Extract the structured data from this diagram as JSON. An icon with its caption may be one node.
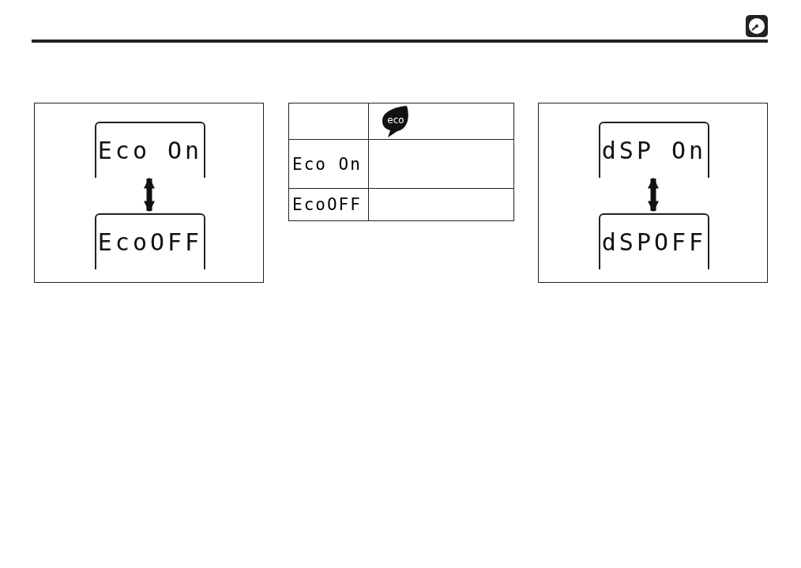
{
  "diagram": {
    "nodes": [
      {
        "text": [],
        "shape": "box"
      },
      {
        "text": [
          "Eco On"
        ],
        "in": 0
      },
      {
        "text": [
          "EcoOFF"
        ],
        "in": 0
      },
      {
        "text": [],
        "shape": "box"
      },
      {
        "text": [
          "dSP On"
        ],
        "in": 3
      },
      {
        "text": [
          "dSPOFF"
        ],
        "in": 3
      }
    ],
    "edges": [
      {
        "from": 1,
        "to": 2,
        "arrow": "both"
      },
      {
        "from": 4,
        "to": 5,
        "arrow": "both"
      }
    ],
    "labels": [
      "eco",
      "Eco On",
      "EcoOFF"
    ]
  }
}
